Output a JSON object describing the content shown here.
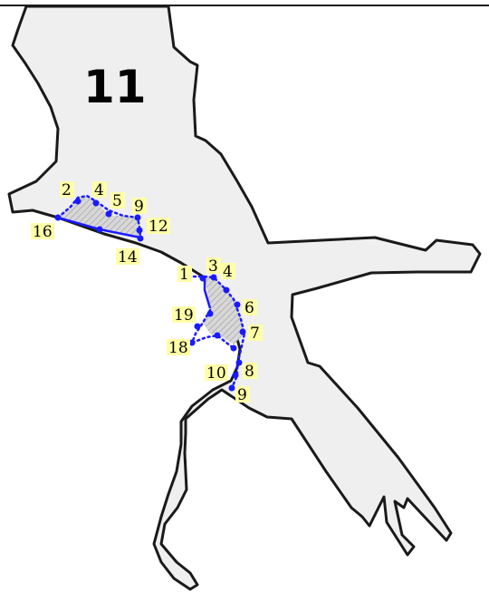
{
  "figure": {
    "title": "11",
    "colors": {
      "land_fill": "#efefef",
      "outline": "#1a1a1a",
      "marker": "#1a1aff",
      "label_bg": "#ffffa8",
      "hatch": "#b0b0b0"
    }
  },
  "regions": [
    {
      "name": "region-upper",
      "points": [
        {
          "id": "2",
          "label": "2"
        },
        {
          "id": "4",
          "label": "4"
        },
        {
          "id": "5",
          "label": "5"
        },
        {
          "id": "9",
          "label": "9"
        },
        {
          "id": "12",
          "label": "12"
        },
        {
          "id": "14",
          "label": "14"
        },
        {
          "id": "16",
          "label": "16"
        }
      ]
    },
    {
      "name": "region-lower",
      "points": [
        {
          "id": "1",
          "label": "1"
        },
        {
          "id": "3",
          "label": "3"
        },
        {
          "id": "4",
          "label": "4"
        },
        {
          "id": "6",
          "label": "6"
        },
        {
          "id": "7",
          "label": "7"
        },
        {
          "id": "8",
          "label": "8"
        },
        {
          "id": "9",
          "label": "9"
        },
        {
          "id": "10",
          "label": "10"
        },
        {
          "id": "18",
          "label": "18"
        },
        {
          "id": "19",
          "label": "19"
        }
      ]
    }
  ]
}
